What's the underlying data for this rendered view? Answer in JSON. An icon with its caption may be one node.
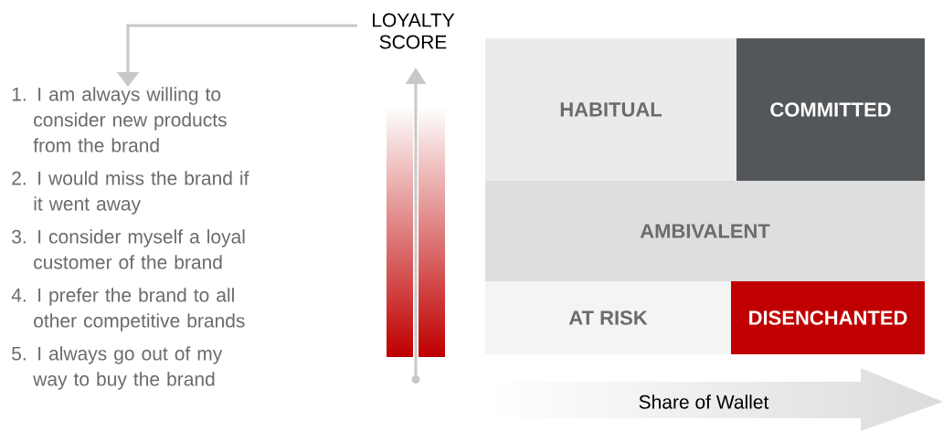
{
  "diagram": {
    "nodes": [
      {
        "text": [
          "LOYALTY SCORE"
        ]
      },
      {
        "text": [
          "1. I am always willing to consider new products from the brand",
          "2. I would miss the brand if it went away",
          "3. I consider myself a loyal customer of the brand",
          "4. I prefer the brand to all other competitive brands",
          "5. I always go out of my way to buy the brand"
        ]
      },
      {
        "text": [
          "HABITUAL"
        ]
      },
      {
        "text": [
          "COMMITTED"
        ]
      },
      {
        "text": [
          "AMBIVALENT"
        ]
      },
      {
        "text": [
          "AT RISK"
        ]
      },
      {
        "text": [
          "DISENCHANTED"
        ]
      }
    ],
    "edges": [
      {
        "from": 0,
        "to": 1,
        "arrow": "to"
      }
    ],
    "labels": [
      "Share of Wallet"
    ]
  }
}
